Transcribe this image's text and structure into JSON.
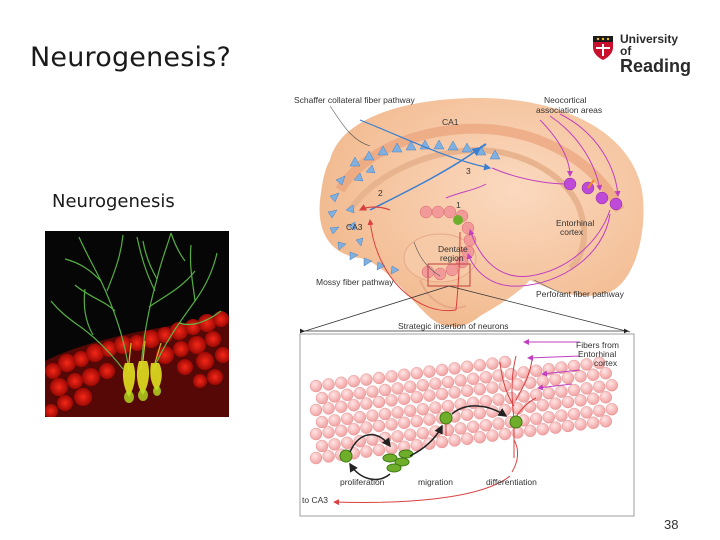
{
  "slide": {
    "title": "Neurogenesis?",
    "subtitle": "Neurogenesis",
    "page_number": "38"
  },
  "logo": {
    "line1": "University of",
    "line2": "Reading",
    "icon": "university-crest-icon"
  },
  "diagram": {
    "labels": {
      "schaffer": "Schaffer collateral fiber pathway",
      "neocortical_1": "Neocortical",
      "neocortical_2": "association areas",
      "ca1": "CA1",
      "ca3": "CA3",
      "n1": "1",
      "n2": "2",
      "n3": "3",
      "dentate_1": "Dentate",
      "dentate_2": "region",
      "entorhinal_1": "Entorhinal",
      "entorhinal_2": "cortex",
      "mossy": "Mossy fiber pathway",
      "perforant": "Perforant fiber pathway",
      "strategic": "Strategic insertion of neurons",
      "fibers_1": "Fibers from",
      "fibers_2": "Entorhinal",
      "fibers_3": "cortex",
      "proliferation": "proliferation",
      "migration": "migration",
      "differentiation": "differentiation",
      "to_ca3": "to CA3"
    }
  },
  "colors": {
    "hippocampus": "#f5c29b",
    "cell_pink": "#f6b4b4",
    "neuron_green": "#6fae2a",
    "pathway_red": "#d94040",
    "pathway_magenta": "#c040c0",
    "pathway_blue": "#3a7fd0"
  }
}
